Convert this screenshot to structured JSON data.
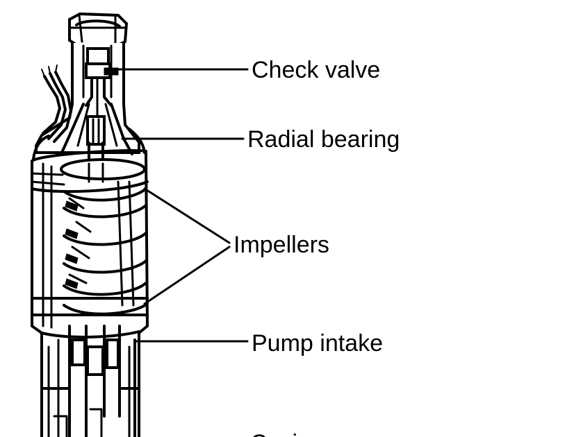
{
  "labels": {
    "check_valve": "Check valve",
    "radial_bearing": "Radial bearing",
    "impellers": "Impellers",
    "pump_intake": "Pump intake",
    "partial_bottom": "Casing"
  },
  "colors": {
    "ink": "#000000",
    "paper": "#ffffff"
  }
}
